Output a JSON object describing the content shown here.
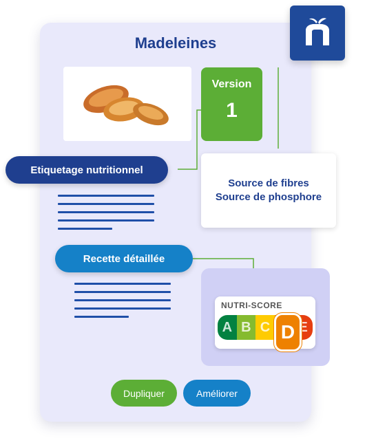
{
  "card": {
    "title": "Madeleines"
  },
  "logo": {
    "icon": "n-apple-logo"
  },
  "photo": {
    "icon": "madeleines-photo"
  },
  "version": {
    "label": "Version",
    "number": "1"
  },
  "nutrition_label": {
    "pill": "Etiquetage nutritionnel"
  },
  "claims": [
    "Source de fibres",
    "Source de phosphore"
  ],
  "recipe": {
    "pill": "Recette détaillée"
  },
  "nutriscore": {
    "title": "NUTRI-SCORE",
    "letters": [
      "A",
      "B",
      "C",
      "D",
      "E"
    ],
    "active": "D",
    "colors": {
      "A": "#038141",
      "B": "#85bb2f",
      "C": "#fecb02",
      "D": "#ee8100",
      "E": "#e63e11"
    }
  },
  "actions": {
    "duplicate": "Dupliquer",
    "improve": "Améliorer"
  },
  "colors": {
    "navy": "#1f3f8f",
    "green": "#5cae36",
    "blue": "#1581c8",
    "card_bg": "#e9e9fb"
  }
}
